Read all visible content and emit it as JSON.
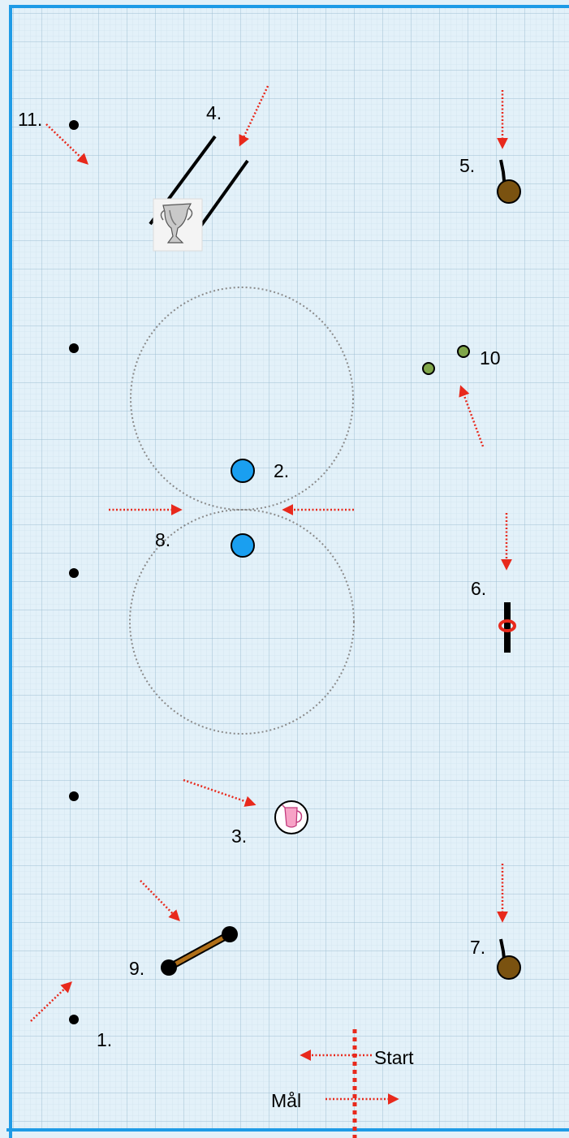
{
  "course": {
    "paper_color": "#ddeef7",
    "grid_color": "#aec9d9",
    "border_color": "#1e9be6",
    "arrow_color": "#e8291c",
    "pole_color": "#000000",
    "ball_color": "#1a9ff0",
    "green_marker_color": "#7fa64a",
    "stick_color": "#b06f18",
    "bucket_color": "#7a5210",
    "stations": [
      {
        "id": "1",
        "label": "1."
      },
      {
        "id": "2",
        "label": "2."
      },
      {
        "id": "3",
        "label": "3."
      },
      {
        "id": "4",
        "label": "4."
      },
      {
        "id": "5",
        "label": "5."
      },
      {
        "id": "6",
        "label": "6."
      },
      {
        "id": "7",
        "label": "7."
      },
      {
        "id": "8",
        "label": "8."
      },
      {
        "id": "9",
        "label": "9."
      },
      {
        "id": "10",
        "label": "10"
      },
      {
        "id": "11",
        "label": "11."
      }
    ],
    "start_label": "Start",
    "finish_label": "Mål",
    "icons": {
      "trophy": "trophy-icon",
      "jug": "pitcher-icon"
    }
  }
}
